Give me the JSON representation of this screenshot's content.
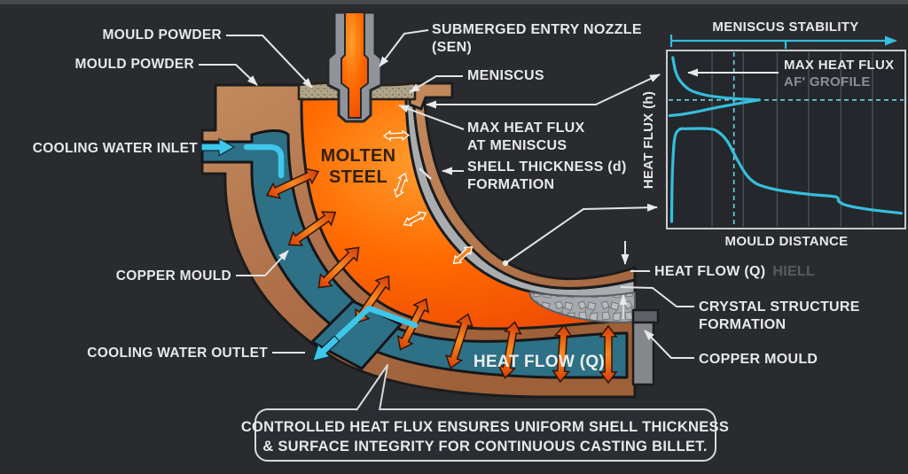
{
  "colors": {
    "background": "#292b2f",
    "top_strip": "#45484d",
    "copper": "#b5744c",
    "molten_steel": "#ff6103",
    "water": "#2e7086",
    "cyan_flow": "#3ec7ea",
    "shell_grey": "#a9adb0",
    "label_text": "#e7e8e9",
    "chart_line": "#35bedd",
    "heat_arrow": "#e84a08"
  },
  "labels": {
    "mould_powder_1": "MOULD POWDER",
    "mould_powder_2": "MOULD POWDER",
    "cooling_water_inlet": "COOLING WATER INLET",
    "copper_mould_left": "COPPER MOULD",
    "cooling_water_outlet": "COOLING WATER OUTLET",
    "sen_line1": "SUBMERGED ENTRY NOZZLE",
    "sen_line2": "(SEN)",
    "meniscus": "MENISCUS",
    "max_heat_flux_line1": "MAX HEAT FLUX",
    "max_heat_flux_line2": "AT MENISCUS",
    "shell_thickness_line1": "SHELL THICKNESS (d)",
    "shell_thickness_line2": "FORMATION",
    "molten_steel_line1": "MOLTEN",
    "molten_steel_line2": "STEEL",
    "heat_flow_water": "HEAT FLOW (Q)",
    "heat_flow_right": "HEAT FLOW (Q)",
    "heat_flow_right_garbled": "HIELL",
    "crystal_line1": "CRYSTAL STRUCTURE",
    "crystal_line2": "FORMATION",
    "copper_mould_right": "COPPER MOULD"
  },
  "caption": {
    "line1": "CONTROLLED HEAT FLUX ENSURES UNIFORM SHELL THICKNESS",
    "line2": "& SURFACE INTEGRITY FOR CONTINUOUS CASTING BILLET."
  },
  "chart": {
    "title": "MENISCUS STABILITY",
    "y_axis_label": "HEAT FLUX (h)",
    "x_axis_label": "MOULD DISTANCE",
    "annotation_line1": "MAX HEAT FLUX",
    "annotation_line2": "AF' GROFILE"
  },
  "chart_data": {
    "type": "line",
    "title": "MENISCUS STABILITY",
    "xlabel": "MOULD DISTANCE",
    "ylabel": "HEAT FLUX (h)",
    "axis_numeric": false,
    "grid": "vertical-only",
    "line_color": "#35bedd",
    "grid_x": [
      0.185,
      0.318,
      0.462,
      0.596,
      0.733,
      0.868
    ],
    "dashed_vertical_x": 0.278,
    "dashed_horizontal_y": 0.727,
    "annotation": "MAX HEAT FLUX spike occurs at the meniscus (dashed crosshair), then heat flux decays with mould distance",
    "series": [
      {
        "name": "meniscus-spike-upper",
        "points": [
          [
            0.018,
            0.97
          ],
          [
            0.03,
            0.89
          ],
          [
            0.05,
            0.835
          ],
          [
            0.09,
            0.785
          ],
          [
            0.15,
            0.757
          ],
          [
            0.22,
            0.742
          ],
          [
            0.3,
            0.733
          ],
          [
            0.385,
            0.727
          ]
        ]
      },
      {
        "name": "meniscus-spike-lower",
        "points": [
          [
            0.005,
            0.637
          ],
          [
            0.06,
            0.645
          ],
          [
            0.13,
            0.662
          ],
          [
            0.21,
            0.685
          ],
          [
            0.3,
            0.707
          ],
          [
            0.385,
            0.727
          ]
        ]
      },
      {
        "name": "heat-flux-profile",
        "points": [
          [
            0.013,
            0.03
          ],
          [
            0.016,
            0.3
          ],
          [
            0.025,
            0.5
          ],
          [
            0.045,
            0.557
          ],
          [
            0.08,
            0.562
          ],
          [
            0.17,
            0.562
          ],
          [
            0.21,
            0.545
          ],
          [
            0.25,
            0.49
          ],
          [
            0.29,
            0.39
          ],
          [
            0.33,
            0.3
          ],
          [
            0.37,
            0.25
          ],
          [
            0.42,
            0.225
          ],
          [
            0.5,
            0.203
          ],
          [
            0.6,
            0.186
          ],
          [
            0.71,
            0.172
          ],
          [
            0.725,
            0.145
          ],
          [
            0.76,
            0.122
          ],
          [
            0.85,
            0.1
          ],
          [
            0.99,
            0.078
          ]
        ]
      }
    ]
  }
}
